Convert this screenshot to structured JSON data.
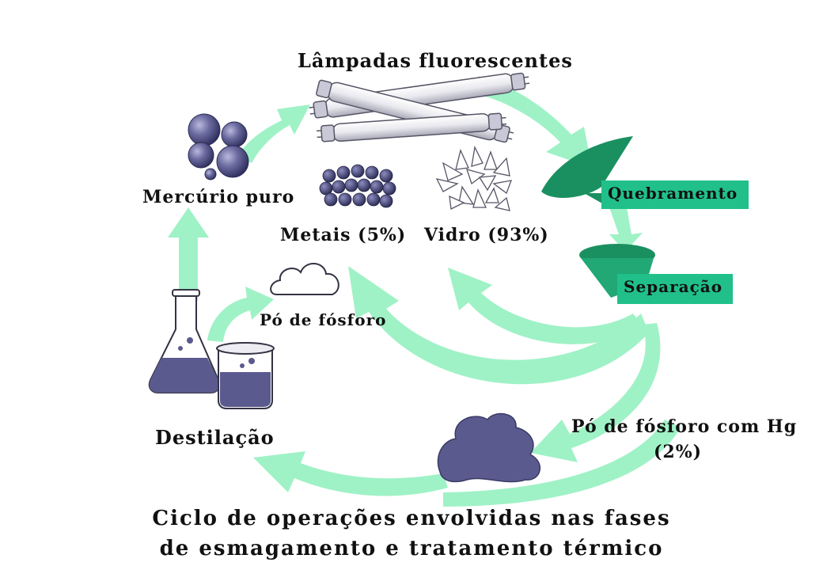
{
  "colors": {
    "arrow": "#9ff2c6",
    "funnel": "#1a9060",
    "label_box": "#21c08b",
    "material": "#5a5a8e"
  },
  "labels": {
    "lamps": "Lâmpadas fluorescentes",
    "mercury": "Mercúrio puro",
    "metals": "Metais (5%)",
    "glass": "Vidro (93%)",
    "phosphor": "Pó de fósforo",
    "breaking": "Quebramento",
    "separation": "Separação",
    "phosphor_hg_line1": "Pó de fósforo com Hg",
    "phosphor_hg_line2": "(2%)",
    "distillation": "Destilação"
  },
  "caption": {
    "line1": "Ciclo de operações envolvidas nas fases",
    "line2": "de esmagamento e tratamento térmico"
  },
  "icons": [
    "fluorescent-lamps-icon",
    "mercury-drops-icon",
    "metal-pellets-icon",
    "glass-shards-icon",
    "phosphor-cloud-icon",
    "funnel-icon",
    "phosphor-hg-pile-icon",
    "distillation-flasks-icon"
  ]
}
